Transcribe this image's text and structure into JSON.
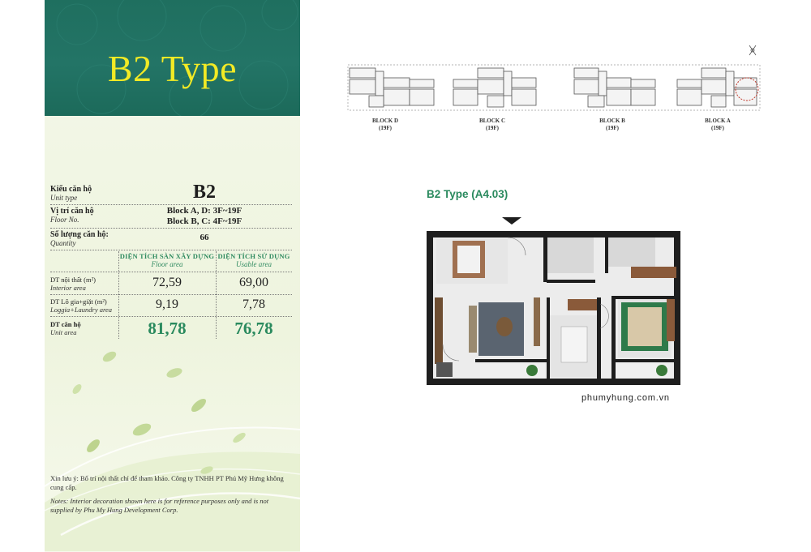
{
  "header": {
    "title": "B2 Type"
  },
  "spec": {
    "unit_type": {
      "vi": "Kiểu căn hộ",
      "en": "Unit type",
      "value": "B2"
    },
    "floor": {
      "vi": "Vị trí căn hộ",
      "en": "Floor No.",
      "value1": "Block A, D: 3F~19F",
      "value2": "Block B, C: 4F~19F"
    },
    "quantity": {
      "vi": "Số lượng căn hộ:",
      "en": "Quantity",
      "value": "66"
    },
    "columns": [
      {
        "vi": "DIỆN TÍCH SÀN XÂY DỰNG",
        "en": "Floor area"
      },
      {
        "vi": "DIỆN TÍCH SỬ DỤNG",
        "en": "Usable area"
      }
    ],
    "rows": [
      {
        "vi": "DT nội thất (m²)",
        "en": "Interior area",
        "floor": "72,59",
        "usable": "69,00"
      },
      {
        "vi": "DT Lô gia+giặt (m²)",
        "en": "Loggia+Laundry area",
        "floor": "9,19",
        "usable": "7,78"
      },
      {
        "vi": "DT căn hộ",
        "en": "Unit area",
        "floor": "81,78",
        "usable": "76,78"
      }
    ]
  },
  "notes": {
    "vi": "Xin lưu ý: Bố trí nội thất chỉ để tham khảo. Công ty TNHH PT Phú Mỹ Hưng không cung cấp.",
    "en": "Notes: Interior decoration shown here is for reference purposes only and is not supplied by Phu My Hung Development Corp."
  },
  "key_plan": {
    "blocks": [
      {
        "name": "BLOCK D",
        "floors": "(19F)"
      },
      {
        "name": "BLOCK C",
        "floors": "(19F)"
      },
      {
        "name": "BLOCK B",
        "floors": "(19F)"
      },
      {
        "name": "BLOCK A",
        "floors": "(19F)"
      }
    ],
    "highlight_color": "#c0392b"
  },
  "floor_plan": {
    "title": "B2 Type (A4.03)"
  },
  "footer": {
    "website": "phumyhung.com.vn"
  },
  "colors": {
    "header_bg": "#237466",
    "title_yellow": "#f2ea25",
    "accent_green": "#2a8a5e"
  }
}
